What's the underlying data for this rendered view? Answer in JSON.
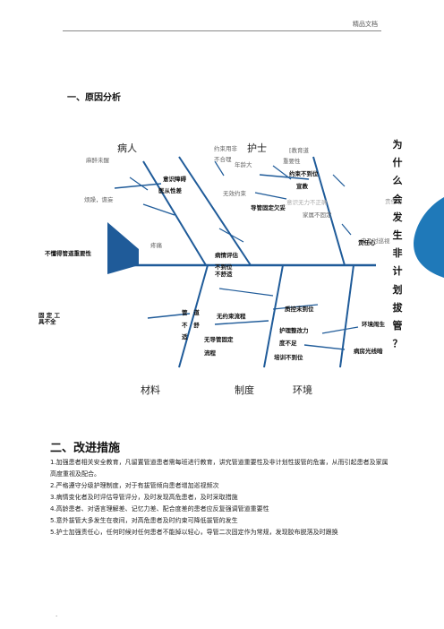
{
  "header": {
    "note": "精品文档"
  },
  "section1": {
    "title": "一、原因分析"
  },
  "diagram": {
    "categories": {
      "patient": "病人",
      "nurse": "护士",
      "material": "材料",
      "system": "制度",
      "environment": "环境"
    },
    "question": [
      "为",
      "什",
      "么",
      "会",
      "发",
      "生",
      "非",
      "计",
      "划",
      "拔",
      "管",
      "？"
    ],
    "patient_causes": {
      "anesthesia": "麻醉未醒",
      "restless": "烦躁，谵妄",
      "consciousness": "意识障碍",
      "poor_compliance": "医从性差",
      "pain": "疼痛",
      "no_importance": "不懂得管道重要性"
    },
    "nurse_causes": {
      "restraint_part1": "约束用非",
      "restraint_part2": "不合理",
      "age": "年龄大",
      "education": "[教育道",
      "importance": "重要性",
      "restraint_missing": "约束不到位",
      "not_done": "宣教",
      "ineffective_restraint": "无效约束",
      "faded_text": "意识无力不正确",
      "family_unfixed": "家属不固定",
      "tube_fix_poor": "导管固定欠妥",
      "assessment": "病情评估",
      "not_in_place": "不到位",
      "discomfort": "不舒适"
    },
    "env_causes": {
      "responsibility_faded": "责任心",
      "not_timely": "未及时巡视",
      "responsibility": "责任心"
    },
    "lower_causes": {
      "fixing_tools": "固 定 工\n具不全",
      "pipe": "管   道",
      "uncomfortable": "不   舒",
      "suitable": "适",
      "no_restraint_process": "无约束流程",
      "no_fix_process_1": "无导管固定",
      "no_fix_process_2": "流程",
      "quality_control": "质控未到位",
      "nursing_weak_1": "护理整改力",
      "nursing_weak_2": "度不足",
      "training": "培训不到位",
      "env_noisy": "环境闹生",
      "ward_light": "病房光线暗"
    }
  },
  "section2": {
    "title": "二、改进措施",
    "items": [
      "1.加强患者相关安全教育，凡留置管道患者需每班进行教育，讲究管道重要性及非计划性拔管的危害，从而引起患者及家属高度重视及配合。",
      "2.严格遵守分级护理制度，对于有拔管倾向患者增加巡视频次",
      "3.病情变化者及时评估导管评分，及时发现高危患者，及时采取措施",
      "4.高龄患者、对语言理解差、记忆力差、配合度差的患者应反复强调管道重要性",
      "5.意外拔管大多发生在夜间，对高危患者及时约束可降低拔管的发生",
      "5.护士加强责任心，任何时候对任何患者不能掉以轻心，导管二次固定作为常规，发现胶布脱落及时跟换"
    ]
  },
  "footer": {
    "mark": "."
  }
}
